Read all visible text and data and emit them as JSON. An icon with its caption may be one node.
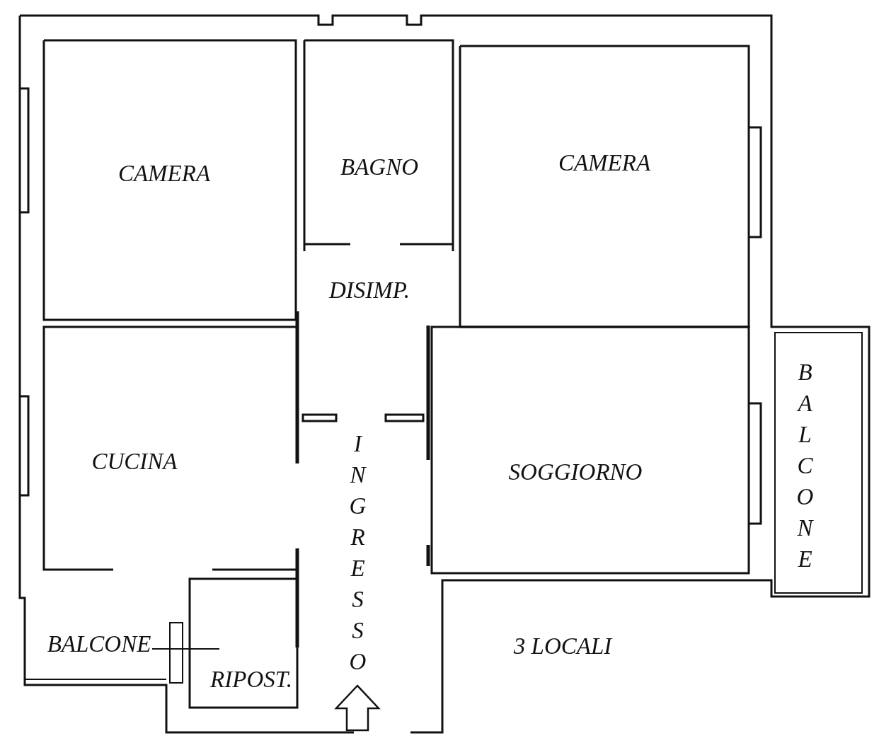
{
  "diagram": {
    "nodes": [
      {
        "text": [
          "CAMERA"
        ]
      },
      {
        "text": [
          "BAGNO"
        ]
      },
      {
        "text": [
          "CAMERA"
        ]
      },
      {
        "text": [
          "DISIMP."
        ]
      },
      {
        "text": [
          "CUCINA"
        ]
      },
      {
        "text": [
          "INGRESSO"
        ]
      },
      {
        "text": [
          "SOGGIORNO"
        ]
      },
      {
        "text": [
          "BALCONE"
        ]
      },
      {
        "text": [
          "BALCONE"
        ]
      },
      {
        "text": [
          "RIPOST."
        ]
      }
    ],
    "edges": [
      {
        "from": null,
        "to": 5,
        "arrow": "to"
      }
    ],
    "labels": [
      "3 LOCALI"
    ]
  }
}
